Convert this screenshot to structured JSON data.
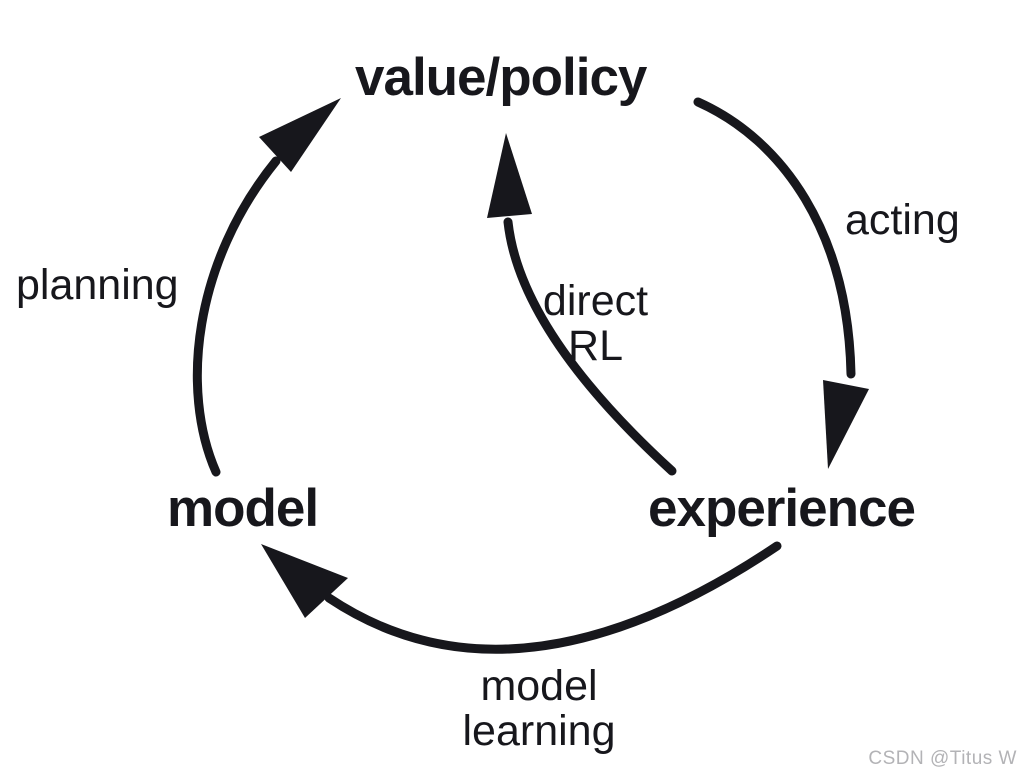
{
  "diagram": {
    "title_hint": "reinforcement learning value/policy - experience - model cycle",
    "colors": {
      "ink": "#17171c",
      "background": "#ffffff",
      "watermark": "#b3b3b6"
    },
    "nodes": {
      "value_policy": "value/policy",
      "model": "model",
      "experience": "experience"
    },
    "edges": {
      "acting": {
        "from": "value/policy",
        "to": "experience",
        "label": "acting"
      },
      "direct_rl": {
        "from": "experience",
        "to": "value/policy",
        "label_line1": "direct",
        "label_line2": "RL"
      },
      "planning": {
        "from": "model",
        "to": "value/policy",
        "label": "planning"
      },
      "model_learning": {
        "from": "experience",
        "to": "model",
        "label_line1": "model",
        "label_line2": "learning"
      }
    }
  },
  "watermark": "CSDN @Titus W"
}
